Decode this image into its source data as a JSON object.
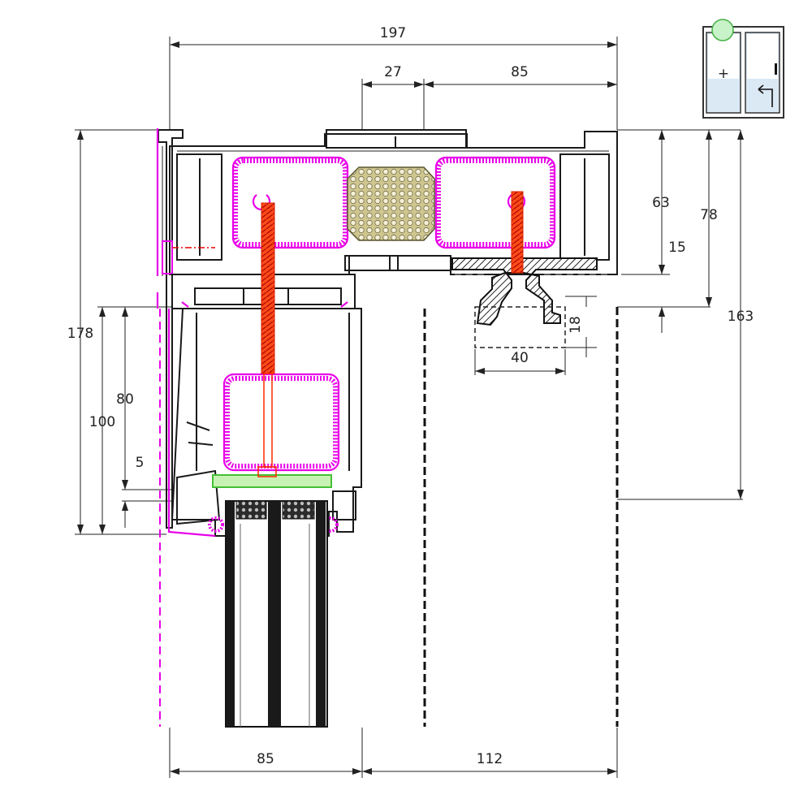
{
  "dimensions": {
    "overall_width": "197",
    "top_segment_left": "27",
    "top_segment_right": "85",
    "right_height_63": "63",
    "right_height_15": "15",
    "right_height_78": "78",
    "right_height_163": "163",
    "left_height_178": "178",
    "left_height_100": "100",
    "left_height_80": "80",
    "left_height_5": "5",
    "gasket_height": "18",
    "gasket_width": "40",
    "bottom_left": "85",
    "bottom_right": "112"
  },
  "window_thumbnail": {
    "fixed_pane_symbol": "+"
  },
  "colors": {
    "line": "#1a1a1a",
    "reinforcement": "#e800e8",
    "screw": "#ff2a00",
    "glass_bead": "#44c032",
    "insulation": "#c8c08a"
  }
}
